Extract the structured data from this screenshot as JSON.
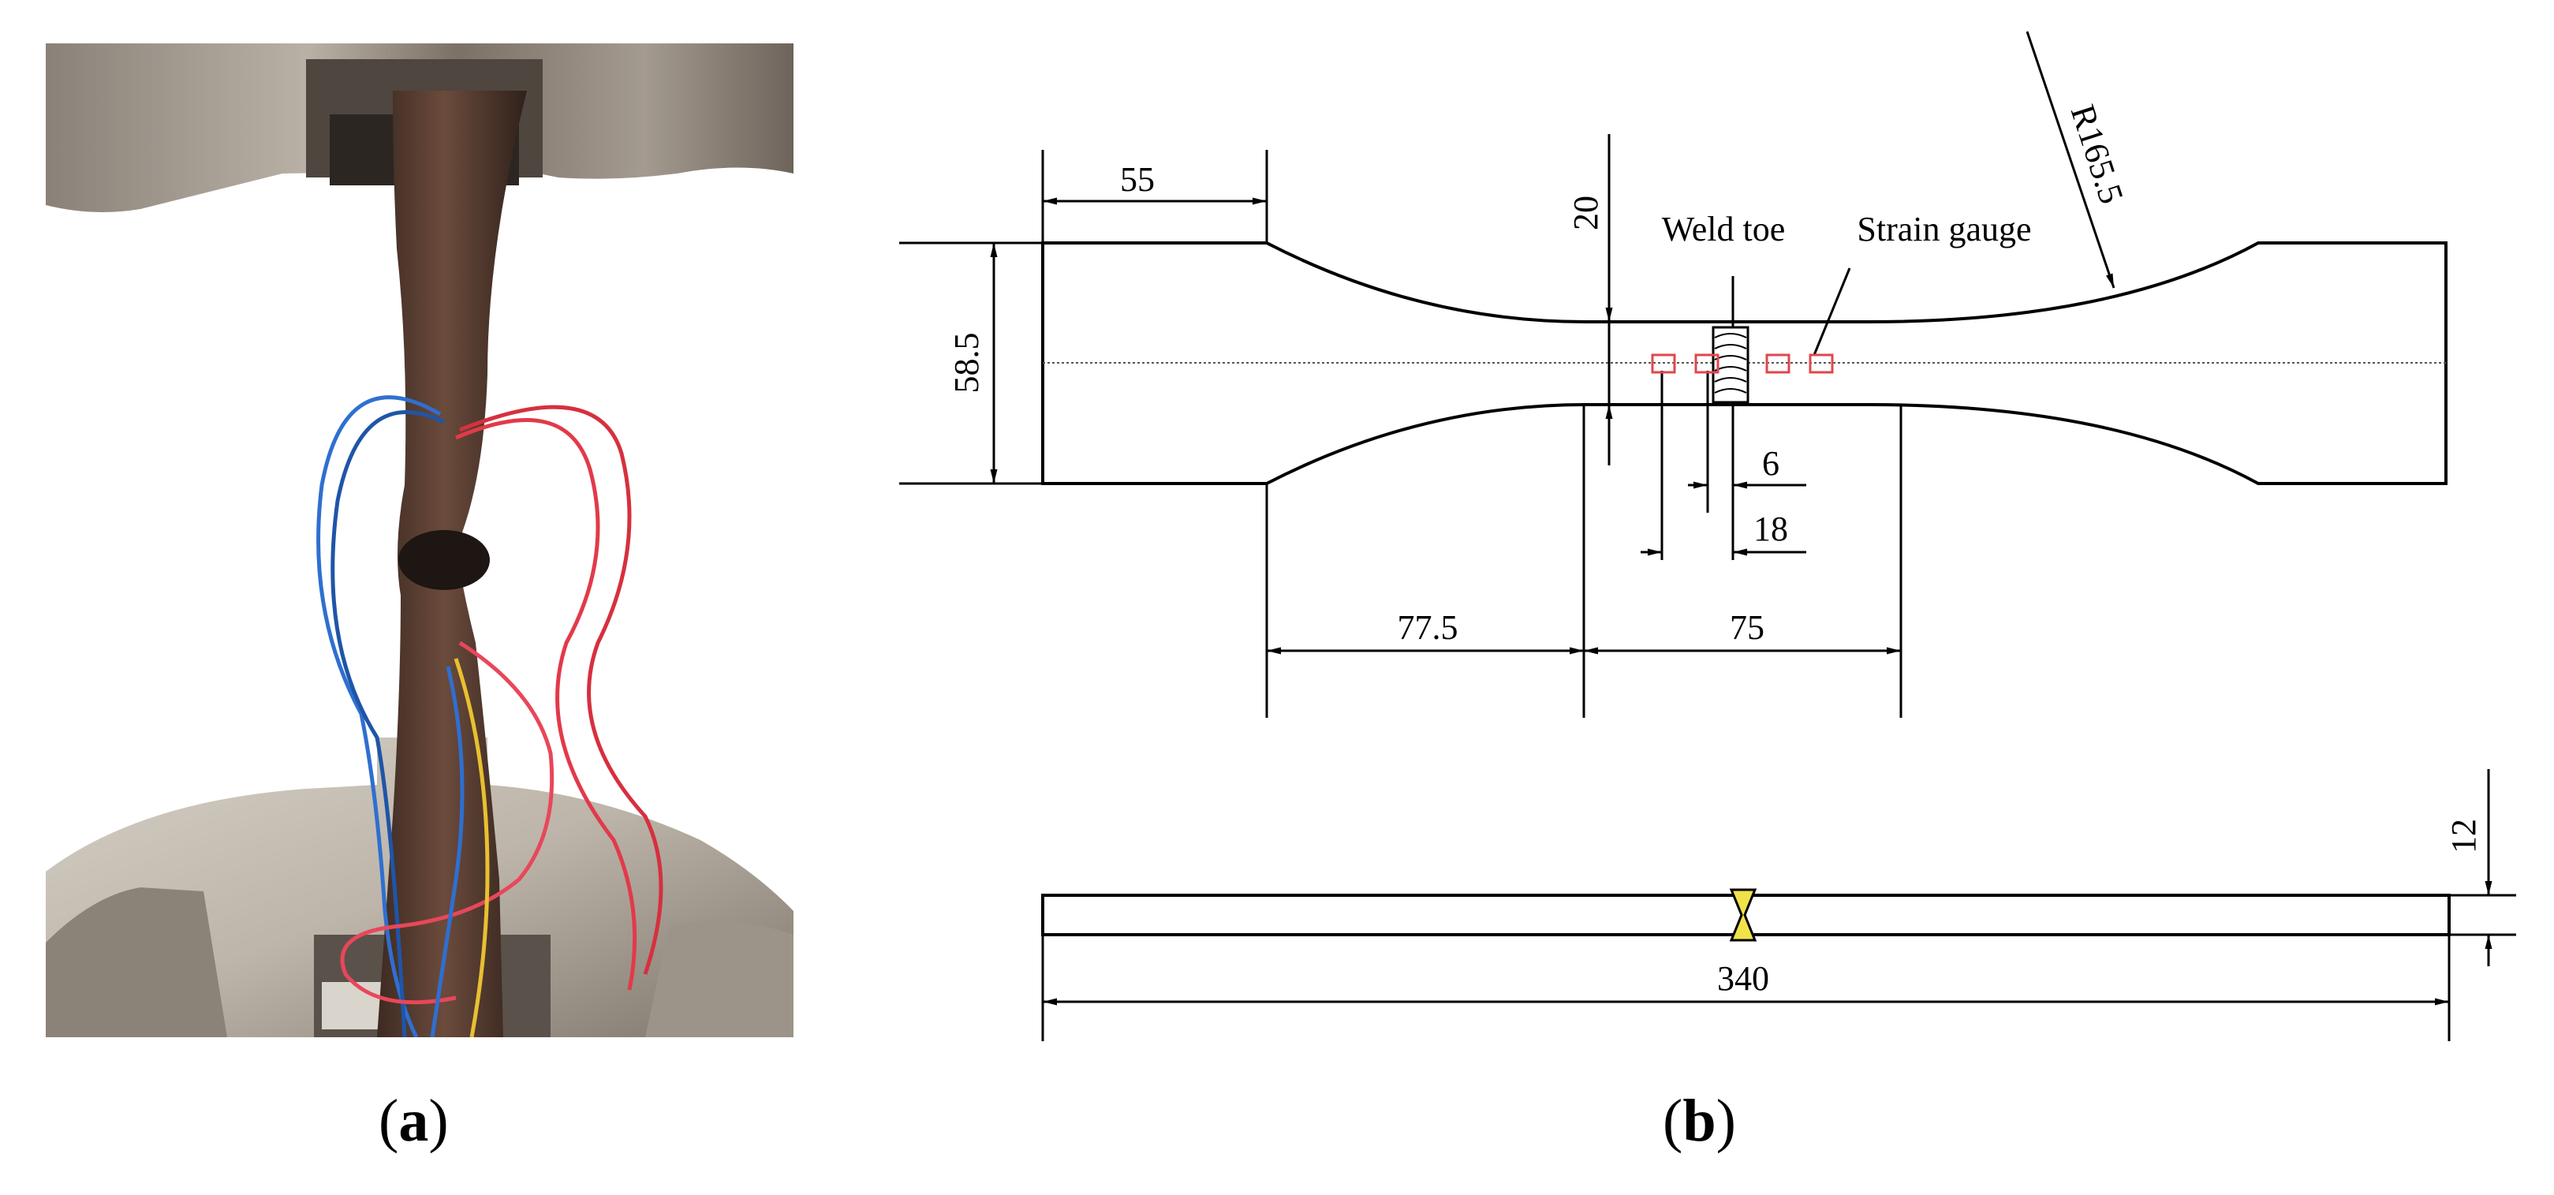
{
  "captions": {
    "a_open": "(",
    "a_letter": "a",
    "a_close": ")",
    "b_open": "(",
    "b_letter": "b",
    "b_close": ")"
  },
  "drawing": {
    "top_view_dimensions": {
      "grip_length": "55",
      "width": "58.5",
      "neck_width": "20",
      "arc_radius": "R165.5",
      "transition_length": "77.5",
      "gauge_length": "75",
      "gauge_spacing_inner": "6",
      "gauge_spacing_outer": "18"
    },
    "labels": {
      "weld_toe": "Weld toe",
      "strain_gauge": "Strain gauge"
    },
    "side_view_dimensions": {
      "thickness": "12",
      "total_length": "340"
    }
  },
  "colors": {
    "line": "#000000",
    "strain_gauge": "#e0474c",
    "weld_fill": "#f2e24a",
    "steel_light": "#c9c2b8",
    "steel_dark": "#6e655b",
    "specimen": "#5a3e32",
    "wire_blue": "#2f6fd0",
    "wire_red": "#e23a4a",
    "wire_yellow": "#e8c030"
  }
}
